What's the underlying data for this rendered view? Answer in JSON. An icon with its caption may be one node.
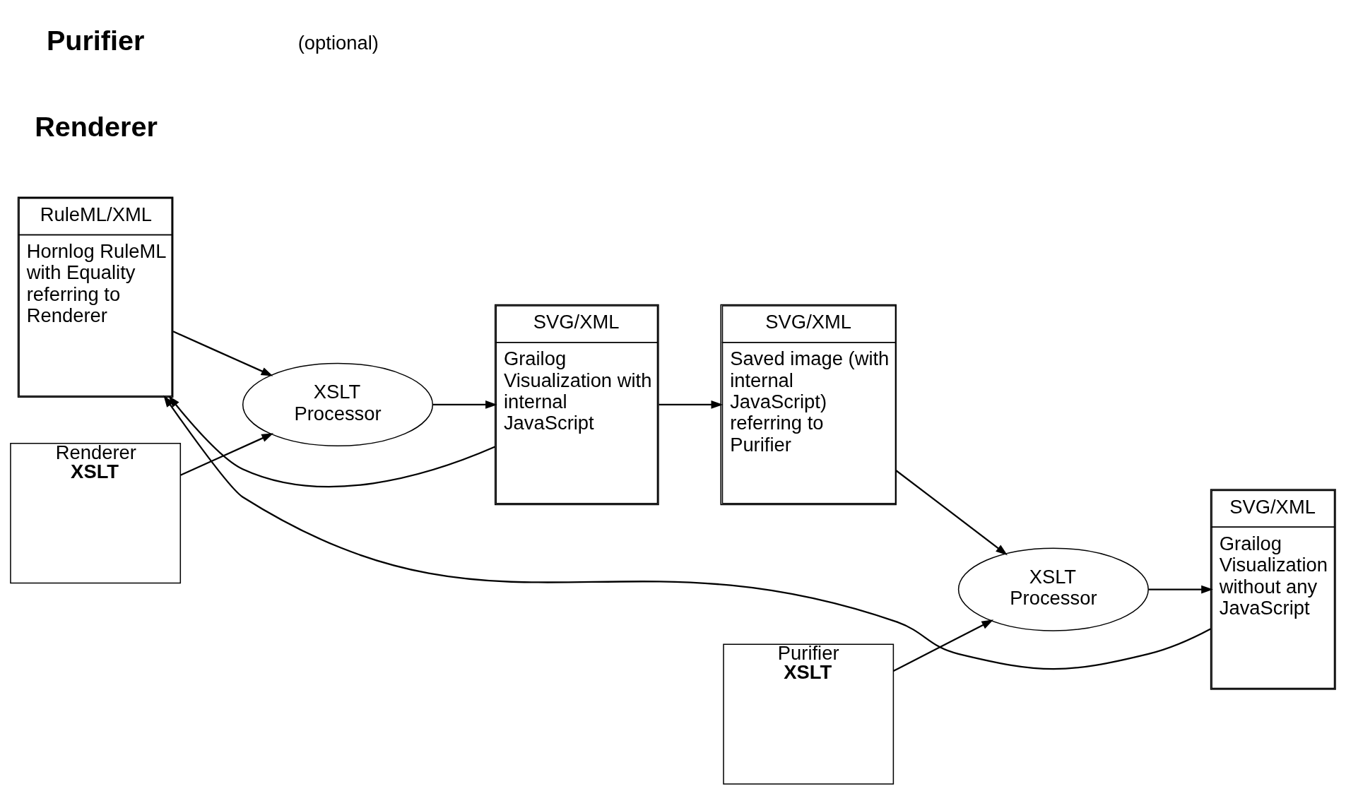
{
  "diagram": {
    "nodes": [
      {
        "text": [
          "RuleML/XML",
          "Hornlog RuleML with Equality referring to Renderer"
        ]
      },
      {
        "text": [
          "XSLT Processor"
        ]
      },
      {
        "text": [
          "Renderer **XSLT**"
        ]
      },
      {
        "text": [
          "SVG/XML",
          "Grailog Visualization with internal JavaScript"
        ]
      },
      {
        "text": [
          "SVG/XML",
          "Saved image (with internal JavaScript) referring to Purifier"
        ]
      },
      {
        "text": [
          "XSLT Processor"
        ]
      },
      {
        "text": [
          "Purifier **XSLT**"
        ]
      },
      {
        "text": [
          "SVG/XML",
          "Grailog Visualization without any JavaScript"
        ]
      }
    ],
    "edges": [
      {
        "from": 0,
        "to": 1,
        "arrow": "to"
      },
      {
        "from": 2,
        "to": 1,
        "arrow": "to"
      },
      {
        "from": 1,
        "to": 3,
        "arrow": "to"
      },
      {
        "from": 3,
        "to": 4,
        "arrow": "to"
      },
      {
        "from": 3,
        "to": 0,
        "arrow": "to"
      },
      {
        "from": 4,
        "to": 5,
        "arrow": "to"
      },
      {
        "from": 6,
        "to": 5,
        "arrow": "to"
      },
      {
        "from": 5,
        "to": 7,
        "arrow": "to"
      },
      {
        "from": 7,
        "to": 0,
        "arrow": "to"
      }
    ],
    "labels": [
      "Renderer",
      "Purifier",
      "(optional)"
    ]
  }
}
